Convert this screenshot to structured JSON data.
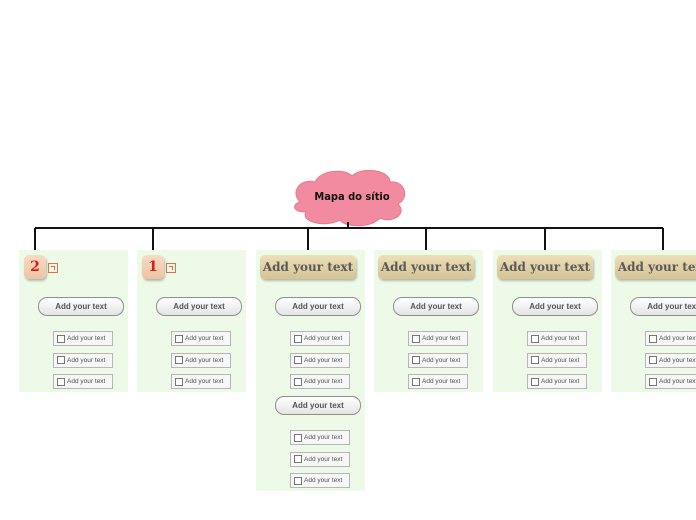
{
  "root": {
    "label": "Mapa do sítio",
    "color": "#f28aa0"
  },
  "columns": [
    {
      "title": "2",
      "style": "number",
      "link_icon": "external-link-icon",
      "groups": [
        {
          "label": "Add your text",
          "items": [
            "Add your text",
            "Add your text",
            "Add your text"
          ]
        }
      ]
    },
    {
      "title": "1",
      "style": "number",
      "link_icon": "external-link-icon",
      "groups": [
        {
          "label": "Add your text",
          "items": [
            "Add your text",
            "Add your text",
            "Add your text"
          ]
        }
      ]
    },
    {
      "title": "Add your text",
      "style": "text",
      "groups": [
        {
          "label": "Add your text",
          "items": [
            "Add your text",
            "Add your text",
            "Add your text"
          ]
        },
        {
          "label": "Add your text",
          "items": [
            "Add your text",
            "Add your text",
            "Add your text"
          ]
        }
      ]
    },
    {
      "title": "Add your text",
      "style": "text",
      "groups": [
        {
          "label": "Add your text",
          "items": [
            "Add your text",
            "Add your text",
            "Add your text"
          ]
        }
      ]
    },
    {
      "title": "Add your text",
      "style": "text",
      "groups": [
        {
          "label": "Add your text",
          "items": [
            "Add your text",
            "Add your text",
            "Add your text"
          ]
        }
      ]
    },
    {
      "title": "Add your text",
      "style": "text",
      "groups": [
        {
          "label": "Add your text",
          "items": [
            "Add your text",
            "Add your text",
            "Add your text"
          ]
        }
      ]
    }
  ],
  "colors": {
    "column_bg": "#edfae8",
    "connector": "#111111",
    "branch": "#8a8a8a"
  }
}
